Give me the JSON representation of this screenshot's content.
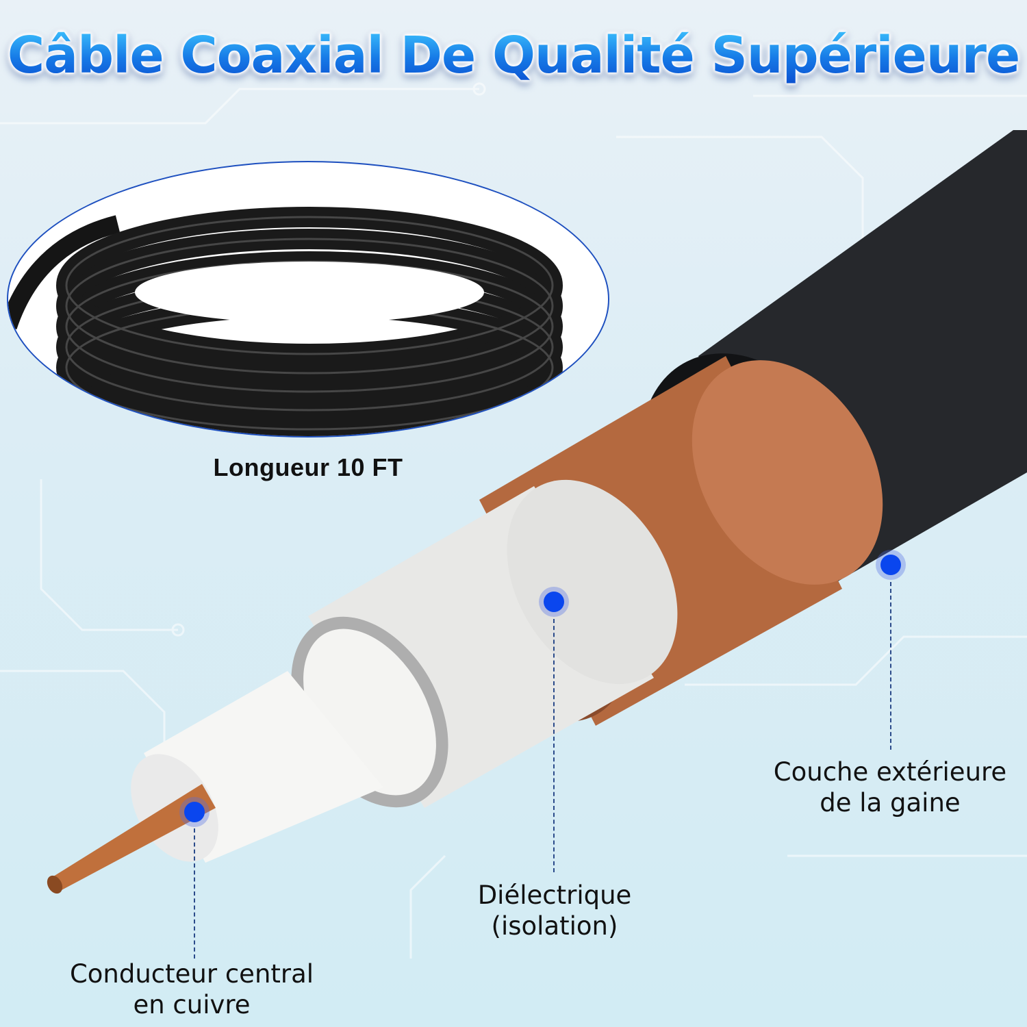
{
  "title": "Câble Coaxial De Qualité Supérieure",
  "inset": {
    "image": "coiled-black-coaxial-cable",
    "caption": "Longueur 10 FT"
  },
  "cross_section": {
    "image": "coaxial-cable-cutaway-layers",
    "layers": [
      "copper center conductor",
      "white dielectric",
      "aluminum foil shield",
      "copper braid",
      "black outer jacket"
    ]
  },
  "callouts": {
    "jacket": {
      "line1": "Couche extérieure",
      "line2": "de la gaine"
    },
    "dielectric": {
      "line1": "Diélectrique",
      "line2": "(isolation)"
    },
    "conductor": {
      "line1": "Conducteur central",
      "line2": "en cuivre"
    }
  },
  "colors": {
    "accent_blue": "#0a46ee",
    "title_blue": "#1679e6",
    "copper": "#b86a45",
    "jacket": "#1e1f22"
  }
}
